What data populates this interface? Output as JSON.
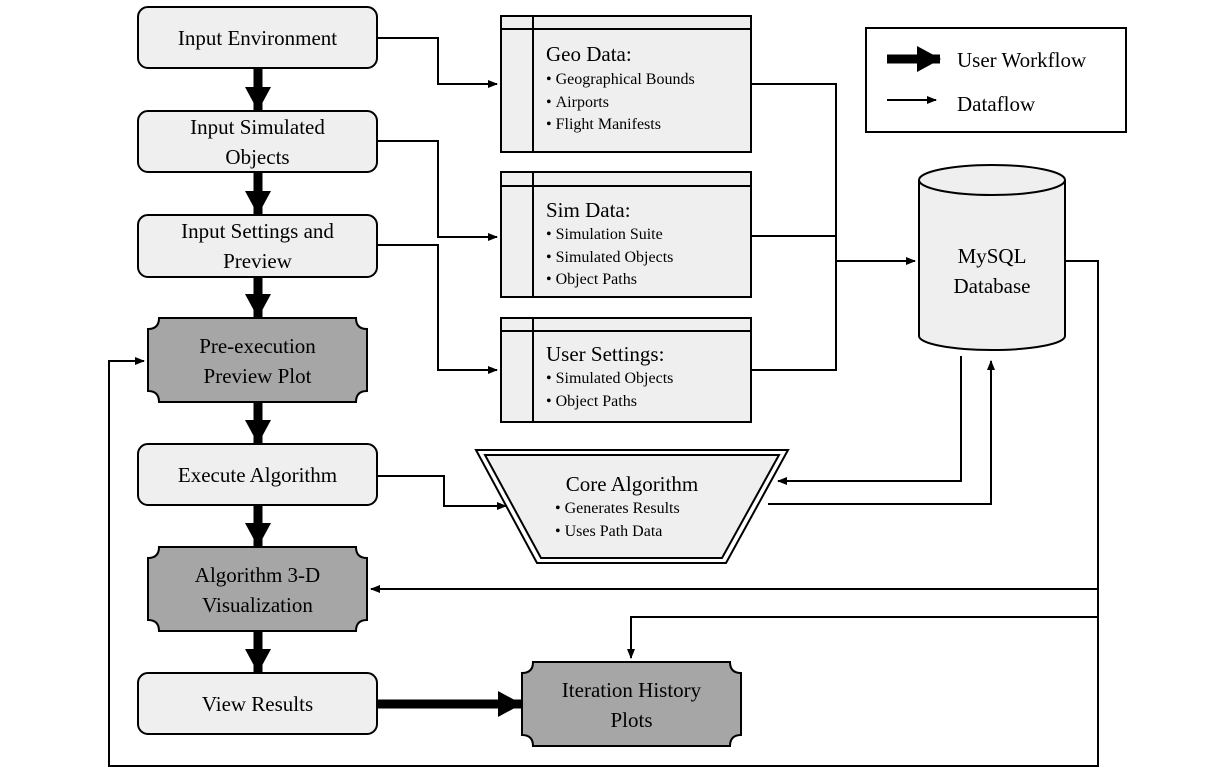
{
  "workflow_steps": [
    {
      "label": "Input Environment"
    },
    {
      "label": "Input Simulated Objects"
    },
    {
      "label": "Input Settings and Preview"
    },
    {
      "label": "Pre-execution Preview Plot"
    },
    {
      "label": "Execute Algorithm"
    },
    {
      "label": "Algorithm 3-D Visualization"
    },
    {
      "label": "View Results"
    }
  ],
  "output_box": {
    "label": "Iteration History Plots"
  },
  "data_stores": [
    {
      "title": "Geo Data:",
      "items": [
        "Geographical Bounds",
        "Airports",
        "Flight Manifests"
      ]
    },
    {
      "title": "Sim Data:",
      "items": [
        "Simulation Suite",
        "Simulated Objects",
        "Object Paths"
      ]
    },
    {
      "title": "User Settings:",
      "items": [
        "Simulated Objects",
        "Object Paths"
      ]
    }
  ],
  "core_algorithm": {
    "title": "Core Algorithm",
    "items": [
      "Generates Results",
      "Uses Path Data"
    ]
  },
  "database": {
    "label": "MySQL Database"
  },
  "legend": {
    "user_workflow": "User Workflow",
    "dataflow": "Dataflow"
  },
  "colors": {
    "light_fill": "#efefef",
    "dark_fill": "#a6a6a6",
    "line": "#000000"
  }
}
